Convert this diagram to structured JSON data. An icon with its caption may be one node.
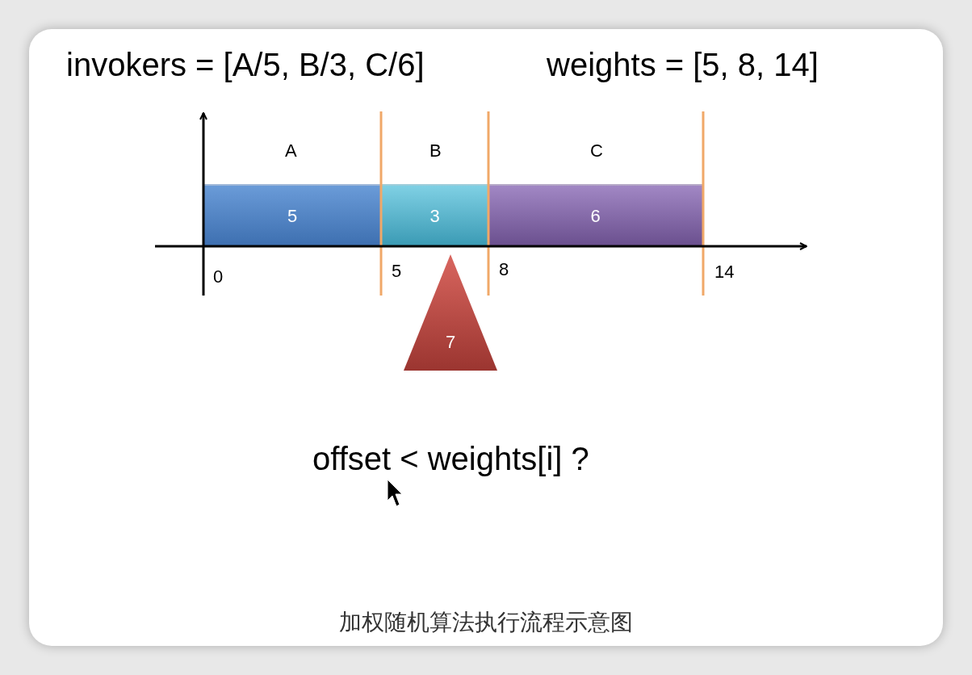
{
  "diagram": {
    "caption": "加权随机算法执行流程示意图",
    "nodes": [
      {
        "text": [
          "5"
        ]
      },
      {
        "text": [
          "3"
        ]
      },
      {
        "text": [
          "6"
        ]
      },
      {
        "text": [
          "7"
        ]
      }
    ],
    "labels": [
      "invokers = [A/5, B/3, C/6]",
      "weights = [5, 8, 14]",
      "A",
      "B",
      "C",
      "0",
      "5",
      "8",
      "14",
      "offset < weights[i] ?"
    ]
  }
}
